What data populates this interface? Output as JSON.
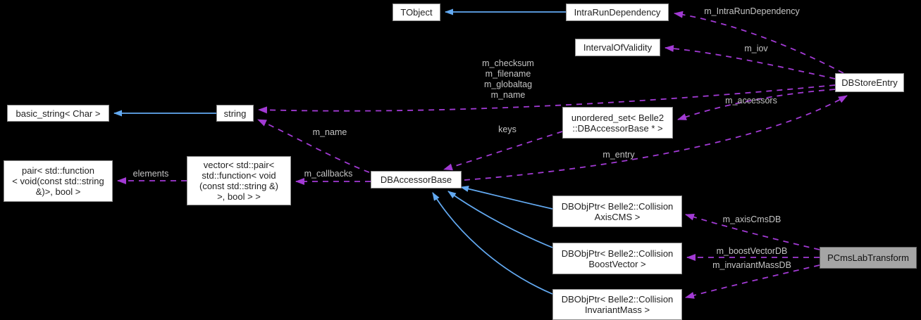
{
  "diagram": {
    "title": "PCmsLabTransform collaboration graph",
    "colors": {
      "background": "#000000",
      "inheritance_edge": "#63aaf2",
      "usage_edge": "#a23ad4",
      "node_fill": "#ffffff",
      "node_border": "#8e8e8e",
      "node_text": "#222222",
      "highlight_fill": "#a5a5a5",
      "edge_label_text": "#c4c4c4"
    }
  },
  "nodes": {
    "tobject": {
      "label": "TObject"
    },
    "intra_run_dependency": {
      "label": "IntraRunDependency"
    },
    "interval_of_validity": {
      "label": "IntervalOfValidity"
    },
    "db_store_entry": {
      "label": "DBStoreEntry"
    },
    "basic_string": {
      "label": "basic_string< Char >"
    },
    "string": {
      "label": "string"
    },
    "unordered_set": {
      "lines": [
        "unordered_set< Belle2",
        "::DBAccessorBase * >"
      ]
    },
    "pair": {
      "lines": [
        "pair< std::function",
        "< void(const std::string",
        "&)>, bool >"
      ]
    },
    "vector": {
      "lines": [
        "vector< std::pair<",
        "std::function< void",
        "(const std::string &)",
        ">, bool > >"
      ]
    },
    "db_accessor_base": {
      "label": "DBAccessorBase"
    },
    "dbobjptr_axis_cms": {
      "lines": [
        "DBObjPtr< Belle2::Collision",
        "AxisCMS >"
      ]
    },
    "dbobjptr_boost_vector": {
      "lines": [
        "DBObjPtr< Belle2::Collision",
        "BoostVector >"
      ]
    },
    "dbobjptr_invariant_mass": {
      "lines": [
        "DBObjPtr< Belle2::Collision",
        "InvariantMass >"
      ]
    },
    "pcms_lab_transform": {
      "label": "PCmsLabTransform"
    }
  },
  "edge_labels": {
    "m_intra_run_dependency": "m_IntraRunDependency",
    "m_iov": "m_iov",
    "db_store_entry_strings": {
      "lines": [
        "m_checksum",
        "m_filename",
        "m_globaltag",
        "m_name"
      ]
    },
    "m_accessors": "m_accessors",
    "keys": "keys",
    "m_entry": "m_entry",
    "m_name": "m_name",
    "m_callbacks": "m_callbacks",
    "elements": "elements",
    "m_axis_cms_db": "m_axisCmsDB",
    "m_boost_vector_db": "m_boostVectorDB",
    "m_invariant_mass_db": "m_invariantMassDB"
  }
}
